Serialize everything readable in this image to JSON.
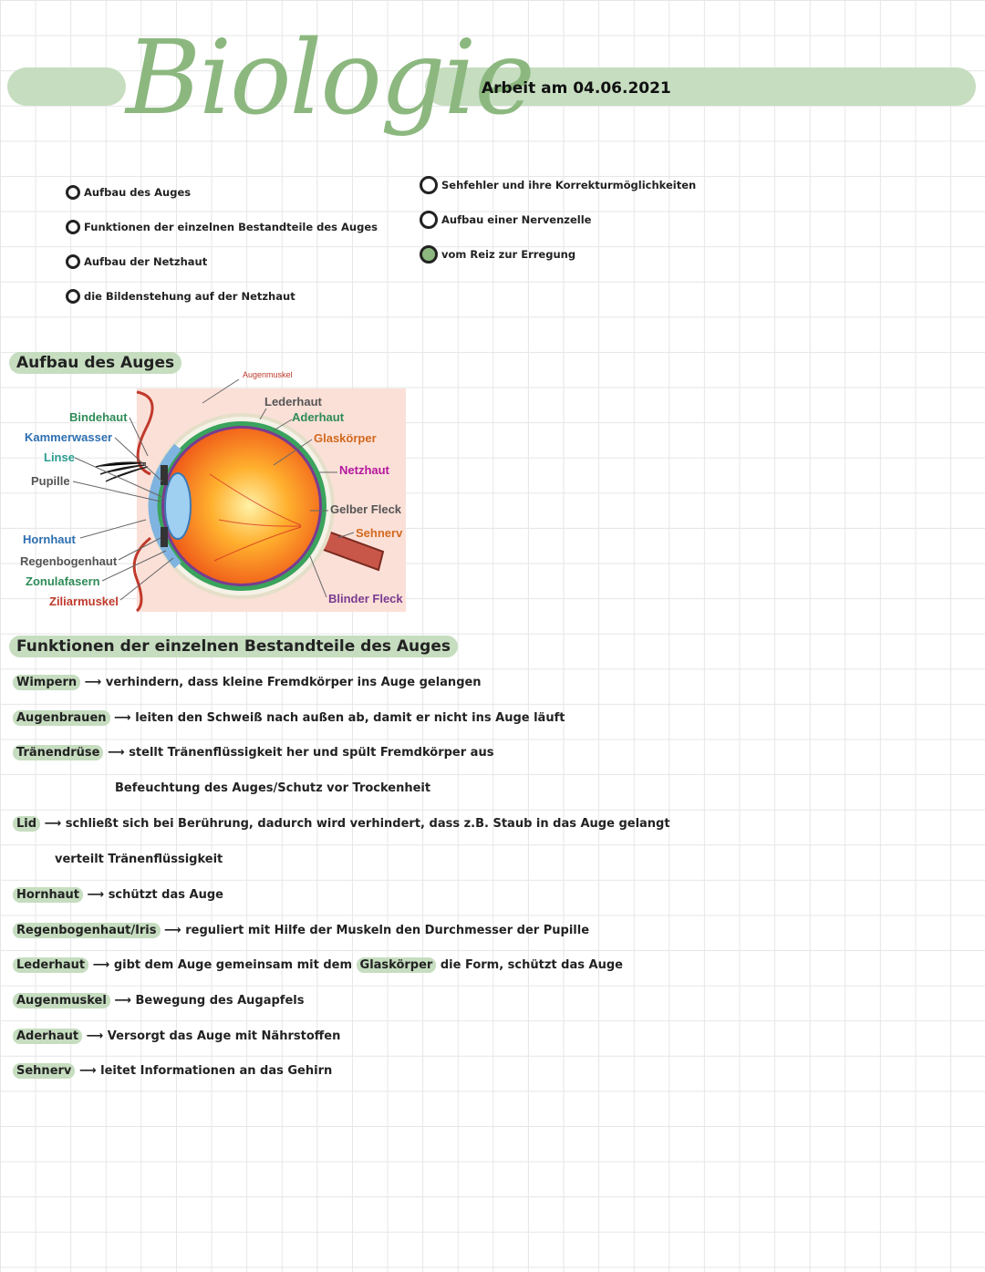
{
  "header": {
    "title": "Biologie",
    "date": "Arbeit am 04.06.2021"
  },
  "todo_left": [
    "Aufbau des Auges",
    "Funktionen der einzelnen Bestandteile des Auges",
    "Aufbau der Netzhaut",
    "die Bildenstehung auf der Netzhaut"
  ],
  "todo_right": [
    "Sehfehler und ihre Korrekturmöglichkeiten",
    "Aufbau einer Nervenzelle",
    "vom Reiz zur Erregung"
  ],
  "section1": {
    "title": "Aufbau des Auges"
  },
  "diagram": {
    "labels": {
      "augenmuskel": "Augenmuskel",
      "lederhaut": "Lederhaut",
      "aderhaut": "Aderhaut",
      "glaskoerper": "Glaskörper",
      "netzhaut": "Netzhaut",
      "gelber_fleck": "Gelber Fleck",
      "sehnerv": "Sehnerv",
      "blinder_fleck": "Blinder Fleck",
      "bindehaut": "Bindehaut",
      "kammerwasser": "Kammerwasser",
      "linse": "Linse",
      "pupille": "Pupille",
      "hornhaut": "Hornhaut",
      "regenbogenhaut": "Regenbogenhaut",
      "zonulafasern": "Zonulafasern",
      "ziliarmuskel": "Ziliarmuskel"
    },
    "colors": {
      "green": "#2e8b57",
      "blue": "#2d6fb0",
      "purple": "#7a3b8f",
      "orange": "#d2691e",
      "magenta": "#b5179e",
      "gray": "#555555",
      "teal": "#2a9d8f",
      "red": "#c0392b"
    }
  },
  "section2": {
    "title": "Funktionen der einzelnen Bestandteile des Auges",
    "items": [
      {
        "term": "Wimpern",
        "text": "verhindern, dass kleine Fremdkörper ins Auge gelangen"
      },
      {
        "term": "Augenbrauen",
        "text": "leiten den Schweiß nach außen ab, damit er nicht ins Auge läuft"
      },
      {
        "term": "Tränendrüse",
        "text": "stellt Tränenflüssigkeit her und spült Fremdkörper aus"
      },
      {
        "term": "",
        "text": "Befeuchtung des Auges/Schutz vor Trockenheit"
      },
      {
        "term": "Lid",
        "text": "schließt sich bei Berührung, dadurch wird verhindert, dass z.B. Staub in das Auge gelangt"
      },
      {
        "term": "",
        "text": "verteilt Tränenflüssigkeit"
      },
      {
        "term": "Hornhaut",
        "text": "schützt das Auge"
      },
      {
        "term": "Regenbogenhaut/Iris",
        "text": "reguliert mit Hilfe der Muskeln den Durchmesser der Pupille"
      },
      {
        "term": "Lederhaut",
        "text": "gibt dem Auge gemeinsam mit dem",
        "extra_hl": "Glaskörper",
        "text_after": "die Form, schützt das Auge"
      },
      {
        "term": "Augenmuskel",
        "text": "Bewegung des Augapfels"
      },
      {
        "term": "Aderhaut",
        "text": "Versorgt das Auge mit Nährstoffen"
      },
      {
        "term": "Sehnerv",
        "text": "leitet Informationen an das Gehirn"
      }
    ]
  }
}
